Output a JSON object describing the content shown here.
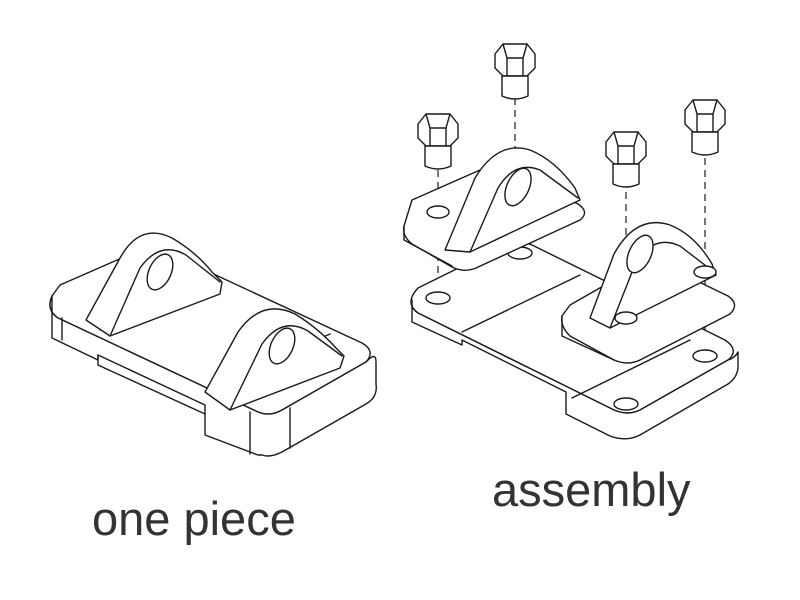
{
  "labels": {
    "left": "one piece",
    "right": "assembly"
  },
  "colors": {
    "line": "#1a1a1a",
    "hidden_line": "#777777",
    "text": "#333333",
    "background": "#ffffff"
  },
  "assembly_parts": {
    "bolts": 4,
    "brackets": 2,
    "base_plates": 1
  }
}
